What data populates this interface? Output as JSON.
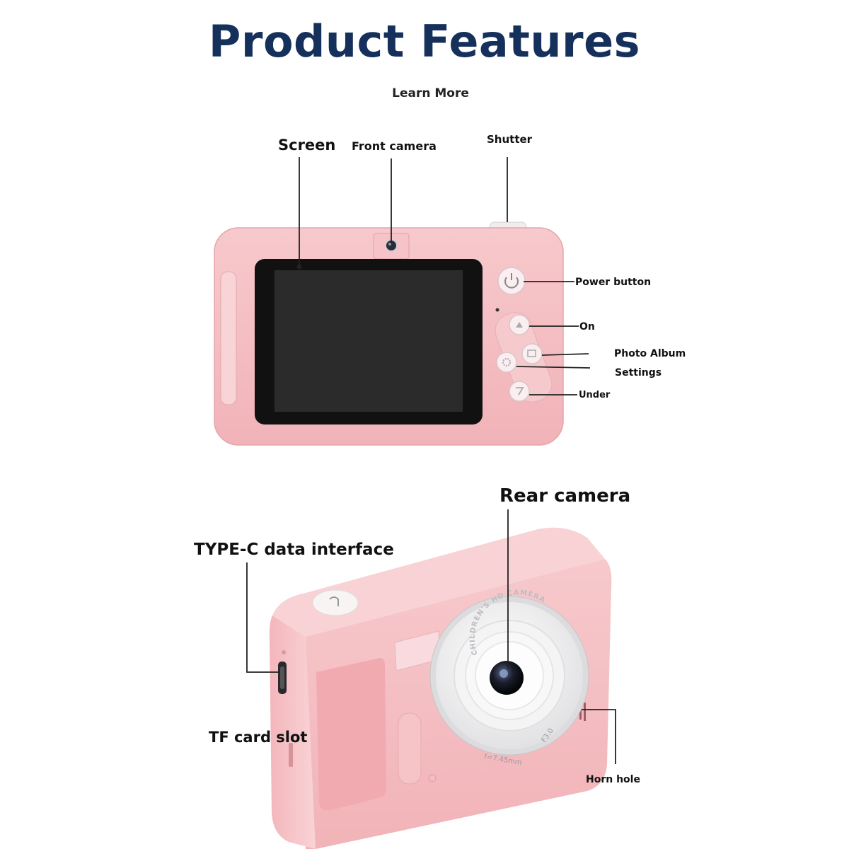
{
  "header": {
    "title": "Product Features",
    "subtitle": "Learn More"
  },
  "front_view": {
    "labels": {
      "screen": "Screen",
      "front_camera": "Front camera",
      "shutter": "Shutter",
      "power_button": "Power button",
      "on": "On",
      "photo_album": "Photo Album",
      "settings": "Settings",
      "under": "Under"
    }
  },
  "rear_view": {
    "labels": {
      "rear_camera": "Rear camera",
      "type_c": "TYPE-C data interface",
      "tf_slot": "TF card slot",
      "horn_hole": "Horn hole"
    },
    "lens_ring_text": "CHILDREN'S HD CAMERA",
    "lens_focal": "f=7.45mm",
    "lens_aperture": "F3.0"
  },
  "colors": {
    "title": "#16305c",
    "body_pink": "#f3b9bd",
    "body_pink_dark": "#e89ea4",
    "screen_black": "#141414"
  }
}
